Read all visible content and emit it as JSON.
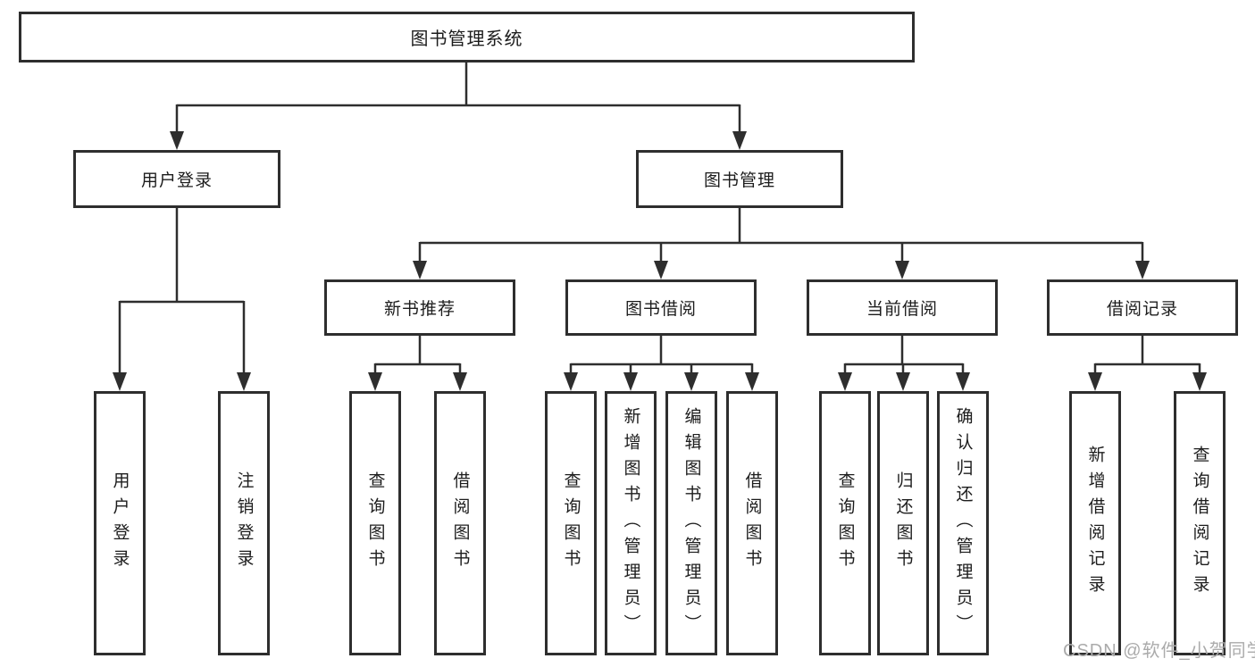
{
  "tree": {
    "root": "图书管理系统",
    "branches": [
      {
        "label": "用户登录",
        "children": [
          "用户登录",
          "注销登录"
        ]
      },
      {
        "label": "图书管理",
        "groups": [
          {
            "label": "新书推荐",
            "children": [
              "查询图书",
              "借阅图书"
            ]
          },
          {
            "label": "图书借阅",
            "children": [
              "查询图书",
              "新增图书（管理员）",
              "编辑图书（管理员）",
              "借阅图书"
            ]
          },
          {
            "label": "当前借阅",
            "children": [
              "查询图书",
              "归还图书",
              "确认归还（管理员）"
            ]
          },
          {
            "label": "借阅记录",
            "children": [
              "新增借阅记录",
              "查询借阅记录"
            ]
          }
        ]
      }
    ]
  },
  "colors": {
    "line": "#2e2e2e",
    "box_border": "#2e2e2e",
    "text": "#1c1c1c",
    "background": "#ffffff",
    "watermark": "#ababab"
  },
  "watermark": {
    "text": "CSDN @软件_小贺同学"
  }
}
